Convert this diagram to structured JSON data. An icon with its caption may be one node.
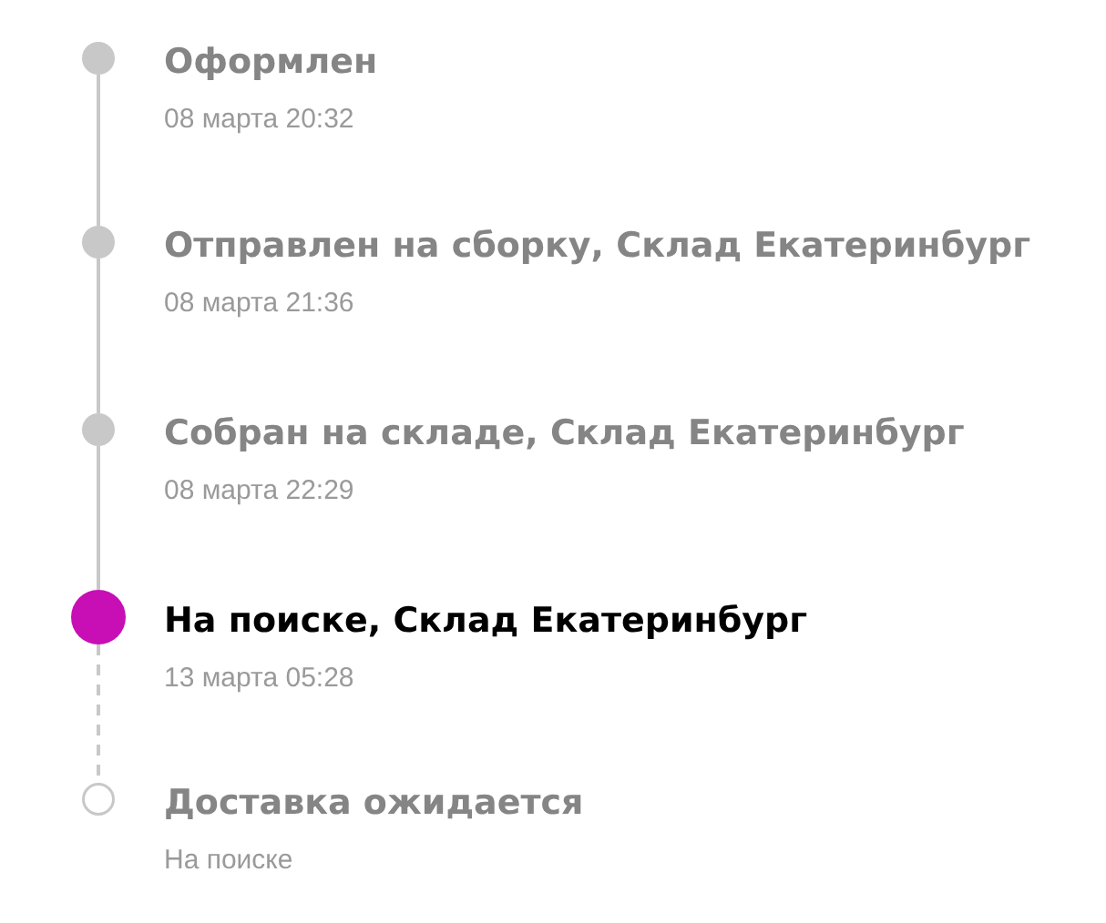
{
  "diagram": {
    "nodes": [
      {
        "text": [],
        "shape": "circle",
        "beside": [
          "Оформлен",
          "08 марта 20:32"
        ]
      },
      {
        "text": [],
        "shape": "circle",
        "beside": [
          "Отправлен на сборку, Склад Екатеринбург",
          "08 марта 21:36"
        ]
      },
      {
        "text": [],
        "shape": "circle",
        "beside": [
          "Собран на складе, Склад Екатеринбург",
          "08 марта 22:29"
        ]
      },
      {
        "text": [],
        "shape": "circle",
        "beside": [
          "На поиске, Склад Екатеринбург",
          "13 марта 05:28"
        ]
      },
      {
        "text": [],
        "shape": "circle",
        "beside": [
          "Доставка ожидается",
          "На поиске"
        ]
      }
    ],
    "edges": [
      {
        "from": 0,
        "to": 1,
        "arrow": "none"
      },
      {
        "from": 1,
        "to": 2,
        "arrow": "none"
      },
      {
        "from": 2,
        "to": 3,
        "arrow": "none"
      },
      {
        "from": 3,
        "to": 4,
        "arrow": "none",
        "style": "dashed"
      }
    ]
  }
}
